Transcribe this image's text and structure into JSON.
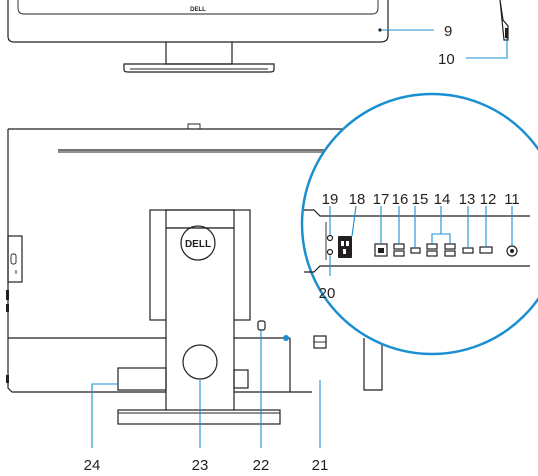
{
  "callouts": {
    "c9": "9",
    "c10": "10",
    "c11": "11",
    "c12": "12",
    "c13": "13",
    "c14": "14",
    "c15": "15",
    "c16": "16",
    "c17": "17",
    "c18": "18",
    "c19": "19",
    "c20": "20",
    "c21": "21",
    "c22": "22",
    "c23": "23",
    "c24": "24"
  },
  "logos": {
    "front_logo": "DELL",
    "rear_logo": "DELL"
  },
  "colors": {
    "line": "#231f20",
    "callout_leader": "#1a8fd0"
  }
}
